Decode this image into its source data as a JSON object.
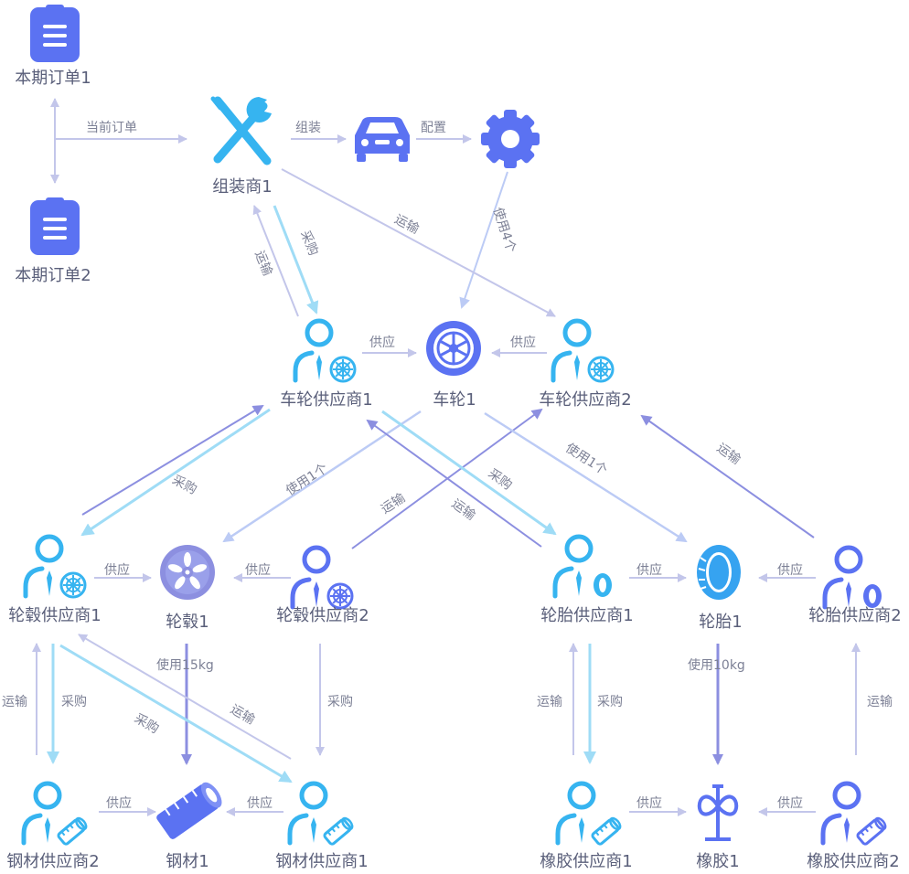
{
  "nodes": {
    "order1": "本期订单1",
    "order2": "本期订单2",
    "assembler1": "组装商1",
    "wheel_supplier1": "车轮供应商1",
    "wheel1": "车轮1",
    "wheel_supplier2": "车轮供应商2",
    "hub_supplier1": "轮毂供应商1",
    "hub1": "轮毂1",
    "hub_supplier2": "轮毂供应商2",
    "tire_supplier1": "轮胎供应商1",
    "tire1": "轮胎1",
    "tire_supplier2": "轮胎供应商2",
    "steel_supplier2": "钢材供应商2",
    "steel1": "钢材1",
    "steel_supplier1": "钢材供应商1",
    "rubber_supplier1": "橡胶供应商1",
    "rubber1": "橡胶1",
    "rubber_supplier2": "橡胶供应商2"
  },
  "edges": {
    "current_order": "当前订单",
    "assemble": "组装",
    "configure": "配置",
    "use_4": "使用4个",
    "transport_a2": "运输",
    "transport_a1": "运输",
    "purchase_a1": "采购",
    "supply_ws1": "供应",
    "supply_ws2": "供应",
    "purchase_hub": "采购",
    "use_1_hub": "使用1个",
    "transport_hs2": "运输",
    "transport_ts1": "运输",
    "purchase_ts1": "采购",
    "use_1_tire": "使用1个",
    "transport_ts2": "运输",
    "supply_hs1": "供应",
    "supply_hs2": "供应",
    "supply_ts1": "供应",
    "supply_ts2": "供应",
    "use_15kg": "使用15kg",
    "use_10kg": "使用10kg",
    "transport_steel2": "运输",
    "purchase_steel2": "采购",
    "purchase_steel1": "采购",
    "transport_steel1": "运输",
    "purchase_hs2": "采购",
    "transport_rubber1": "运输",
    "purchase_rubber1": "采购",
    "transport_rubber2": "运输",
    "supply_steel2": "供应",
    "supply_steel1": "供应",
    "supply_rubber1": "供应",
    "supply_rubber2": "供应"
  },
  "colors": {
    "indigo": "#5b72f2",
    "cyan": "#36b4f0",
    "violet": "#8c8fe0",
    "lavender": "#c3c6ea",
    "light_blue": "#bccbf5",
    "label": "#5a5f7a"
  }
}
